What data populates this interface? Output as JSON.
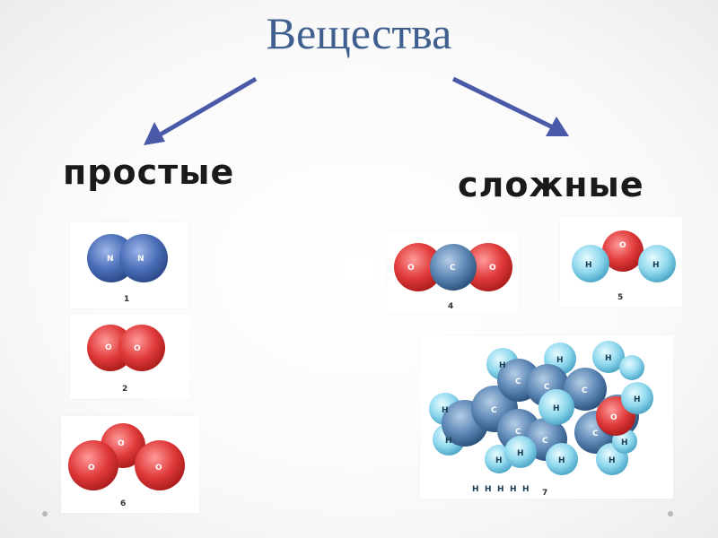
{
  "title": "Вещества",
  "left_branch": {
    "label": "простые",
    "molecules": [
      {
        "number": "1",
        "atoms": [
          "N",
          "N"
        ]
      },
      {
        "number": "2",
        "atoms": [
          "O",
          "O"
        ]
      },
      {
        "number": "6",
        "atoms": [
          "O",
          "O",
          "O"
        ]
      }
    ]
  },
  "right_branch": {
    "label": "сложные",
    "molecules": [
      {
        "number": "4",
        "atoms": [
          "O",
          "C",
          "O"
        ]
      },
      {
        "number": "5",
        "atoms": [
          "H",
          "O",
          "H"
        ]
      },
      {
        "number": "7",
        "atoms": [
          "H",
          "H",
          "H",
          "C",
          "C",
          "C",
          "H",
          "H",
          "H",
          "H",
          "C",
          "C",
          "H",
          "H",
          "H",
          "O",
          "H",
          "H",
          "H",
          "H",
          "C",
          "C",
          "H",
          "H",
          "H"
        ]
      }
    ]
  },
  "colors": {
    "title": "#3f5f8f",
    "arrow": "#4a5aa8",
    "nitrogen": "#4a6fb8",
    "oxygen": "#e03a3a",
    "carbon": "#5b86b4",
    "hydrogen": "#8fd8ee"
  }
}
